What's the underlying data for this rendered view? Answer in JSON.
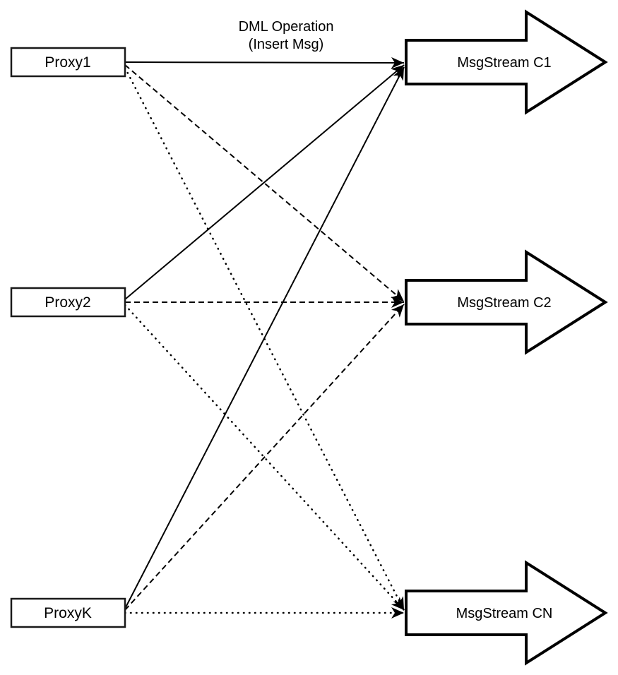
{
  "diagram": {
    "edge_label": {
      "line1": "DML Operation",
      "line2": "(Insert Msg)"
    },
    "proxies": [
      {
        "id": "proxy1",
        "label": "Proxy1"
      },
      {
        "id": "proxy2",
        "label": "Proxy2"
      },
      {
        "id": "proxyk",
        "label": "ProxyK"
      }
    ],
    "streams": [
      {
        "id": "c1",
        "label": "MsgStream C1"
      },
      {
        "id": "c2",
        "label": "MsgStream C2"
      },
      {
        "id": "cn",
        "label": "MsgStream CN"
      }
    ],
    "connections": [
      {
        "from": "Proxy1",
        "to": "MsgStream C1",
        "style": "solid",
        "label": "DML Operation (Insert Msg)"
      },
      {
        "from": "Proxy1",
        "to": "MsgStream C2",
        "style": "dashed",
        "label": ""
      },
      {
        "from": "Proxy1",
        "to": "MsgStream CN",
        "style": "dotted",
        "label": ""
      },
      {
        "from": "Proxy2",
        "to": "MsgStream C1",
        "style": "solid",
        "label": ""
      },
      {
        "from": "Proxy2",
        "to": "MsgStream C2",
        "style": "dashed",
        "label": ""
      },
      {
        "from": "Proxy2",
        "to": "MsgStream CN",
        "style": "dotted",
        "label": ""
      },
      {
        "from": "ProxyK",
        "to": "MsgStream C1",
        "style": "solid",
        "label": ""
      },
      {
        "from": "ProxyK",
        "to": "MsgStream C2",
        "style": "dashed",
        "label": ""
      },
      {
        "from": "ProxyK",
        "to": "MsgStream CN",
        "style": "dotted",
        "label": ""
      }
    ],
    "colors": {
      "stroke": "#000000",
      "fill": "#ffffff",
      "background": "#ffffff"
    }
  }
}
